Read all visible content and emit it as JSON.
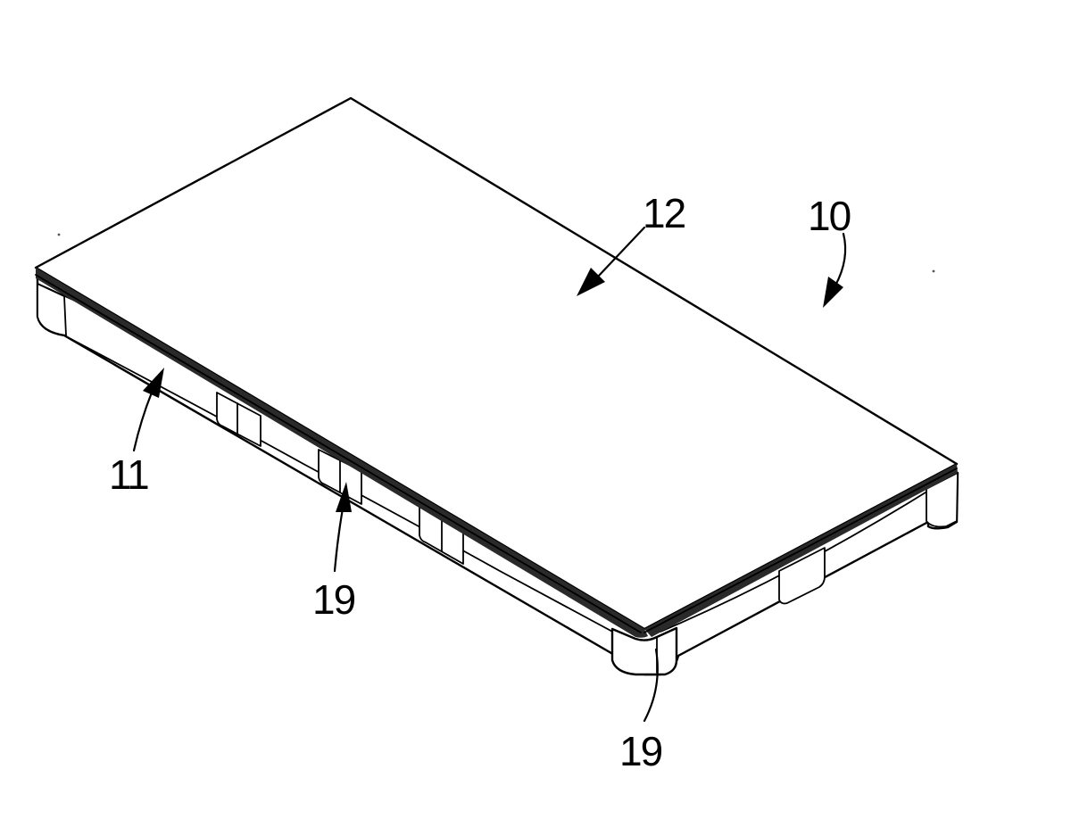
{
  "figure": {
    "labels": {
      "assembly": "10",
      "base": "11",
      "top_plate": "12",
      "block_center": "19",
      "block_corner": "19"
    }
  }
}
